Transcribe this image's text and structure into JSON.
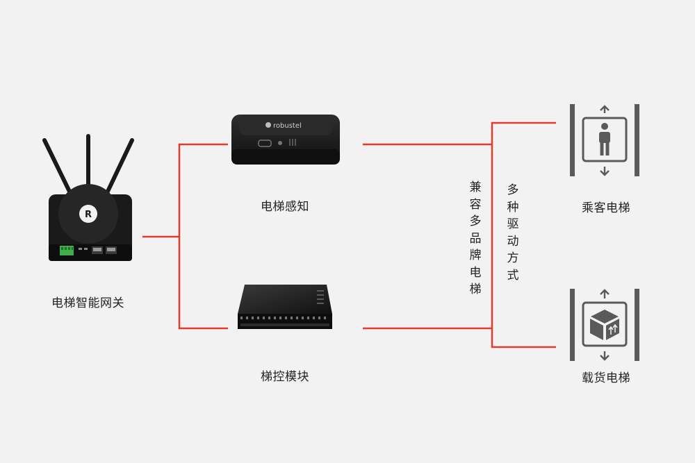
{
  "labels": {
    "gateway": "电梯智能网关",
    "sensing": "电梯感知",
    "control": "梯控模块",
    "brands": "兼容多品牌电梯",
    "drives": "多种驱动方式",
    "passenger": "乘客电梯",
    "freight": "载货电梯",
    "device_brand": "robustel"
  },
  "colors": {
    "background": "#f2f2f2",
    "connector": "#e03c2e",
    "icon_gray": "#5a5a5a",
    "device_black": "#1a1a1a",
    "terminal_green": "#3fae49"
  },
  "icons": {
    "gateway": "router-with-antennas",
    "sensing": "sensor-box",
    "control": "control-module-board",
    "passenger": "passenger-elevator-icon",
    "freight": "freight-elevator-icon"
  }
}
